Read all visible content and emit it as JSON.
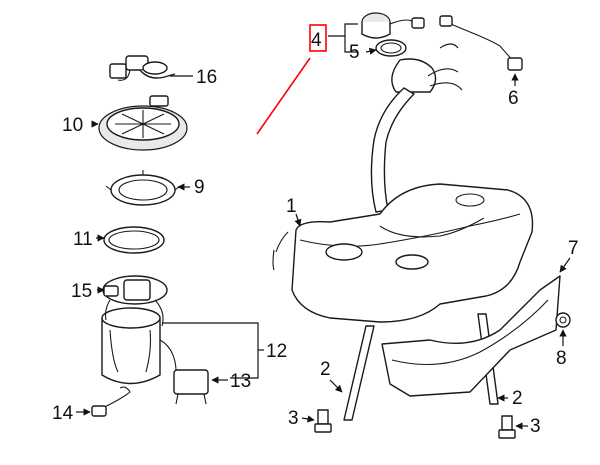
{
  "diagram": {
    "highlight_color": "#ff0000",
    "callouts": {
      "c1": "1",
      "c2a": "2",
      "c2b": "2",
      "c3a": "3",
      "c3b": "3",
      "c4": "4",
      "c5": "5",
      "c6": "6",
      "c7": "7",
      "c8": "8",
      "c9": "9",
      "c10": "10",
      "c11": "11",
      "c12": "12",
      "c13": "13",
      "c14": "14",
      "c15": "15",
      "c16": "16"
    }
  }
}
